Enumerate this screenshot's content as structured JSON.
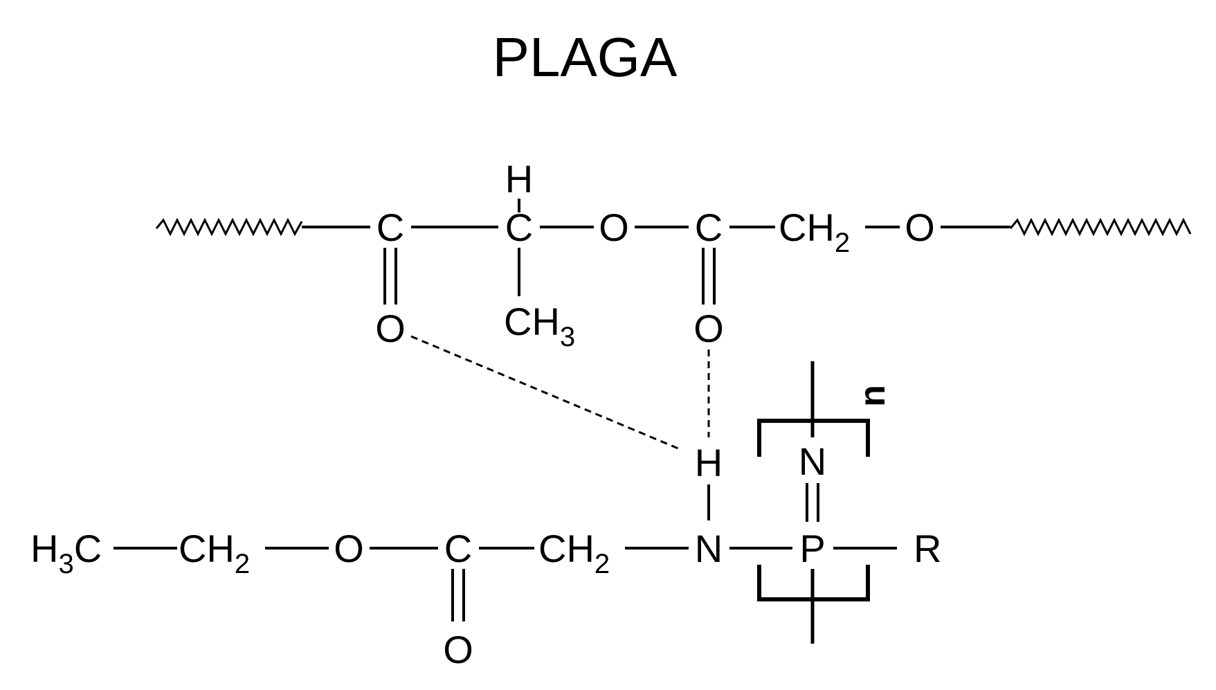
{
  "title": "PLAGA",
  "atoms": {
    "carbon": "C",
    "oxygen": "O",
    "nitrogen": "N",
    "hydrogen": "H",
    "phosphorus": "P",
    "r_group": "R",
    "ch": "CH",
    "hc": "H",
    "sub2": "2",
    "sub3": "3",
    "c_suffix": "C"
  },
  "repeat_unit_label": "n"
}
